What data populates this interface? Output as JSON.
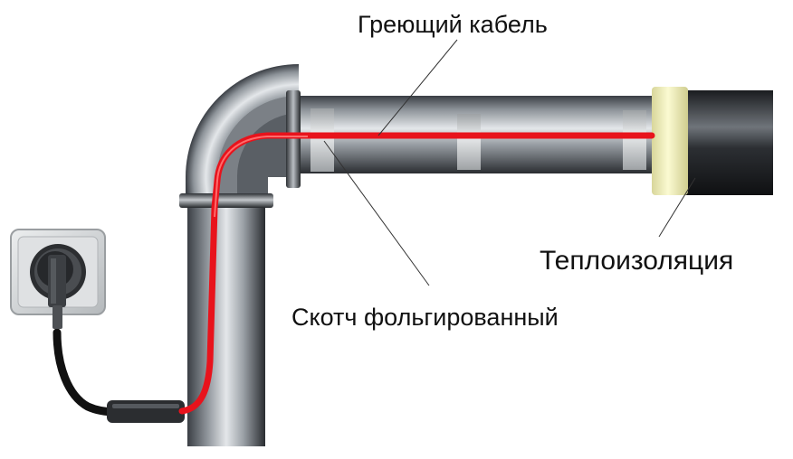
{
  "labels": {
    "heating_cable": "Греющий кабель",
    "insulation": "Теплоизоляция",
    "foil_tape": "Скотч фольгированный"
  },
  "colors": {
    "cable": "#e8131c",
    "pipe_light": "#c9cdd2",
    "pipe_dark": "#2f3338",
    "tape": "#d9dcde",
    "insulation_band": "#f7f5c2",
    "insulation_sleeve": "#1c1e21",
    "power_cord": "#111111",
    "socket": "#cfd2d4"
  },
  "icons": [
    "power-socket-icon",
    "plug-icon"
  ]
}
